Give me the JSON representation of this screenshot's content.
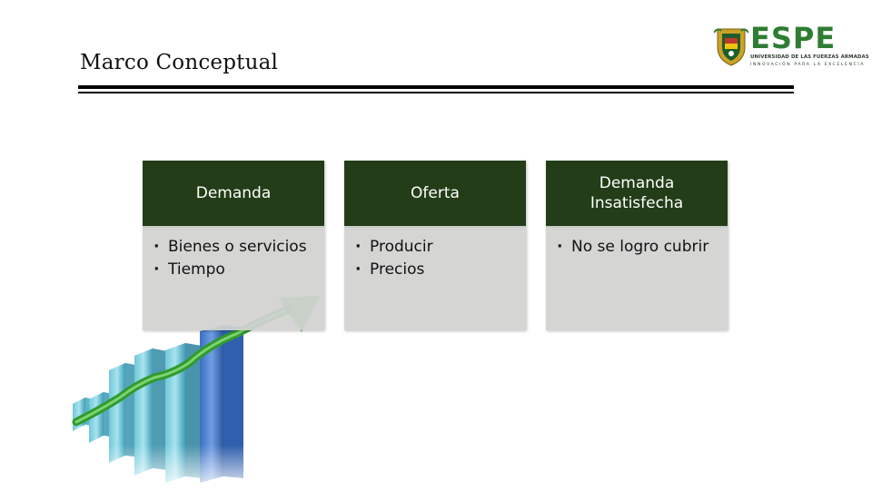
{
  "slide": {
    "title": "Marco Conceptual"
  },
  "logo": {
    "brand": "ESPE",
    "tagline": "UNIVERSIDAD DE LAS FUERZAS ARMADAS",
    "motto": "INNOVACIÓN PARA LA EXCELENCIA",
    "icon": "crest-icon",
    "brand_color": "#2e7d32"
  },
  "cards": [
    {
      "heading": "Demanda",
      "items": [
        "Bienes o servicios",
        "Tiempo"
      ]
    },
    {
      "heading": "Oferta",
      "items": [
        "Producir",
        "Precios"
      ]
    },
    {
      "heading": "Demanda Insatisfecha",
      "items": [
        "No se logro cubrir"
      ]
    }
  ],
  "colors": {
    "card_header": "#223d17",
    "card_body": "#d2d3d1"
  },
  "decoration": {
    "icon": "growth-bar-chart-arrow-icon"
  }
}
